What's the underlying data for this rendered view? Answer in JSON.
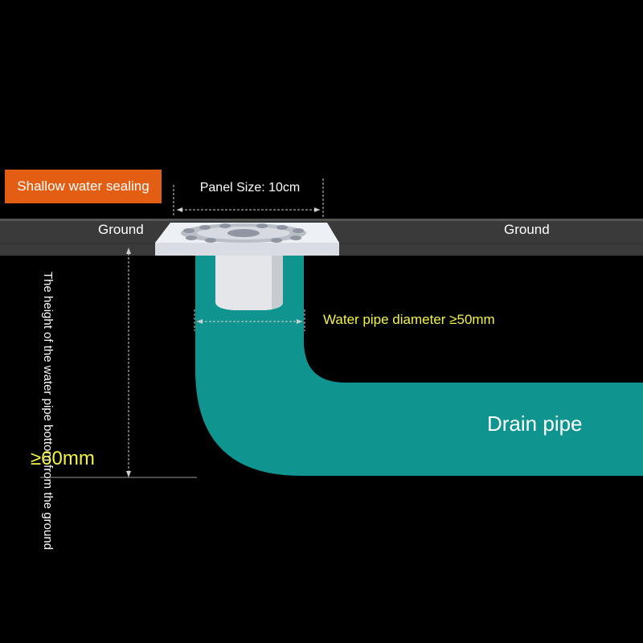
{
  "labels": {
    "shallow_water_sealing": "Shallow water sealing",
    "panel_size": "Panel Size: 10cm",
    "ground_left": "Ground",
    "ground_right": "Ground",
    "pipe_diameter": "Water pipe diameter ≥50mm",
    "drain_pipe": "Drain pipe",
    "height_note": "The height of the water pipe bottom from the ground",
    "min_height": "≥60mm"
  },
  "colors": {
    "background": "#000000",
    "pipe": "#0f9490",
    "badge": "#e35d12",
    "highlight_text": "#f4f542",
    "ground": "#3b3b3b",
    "drain_cover": "#e6e9ee"
  }
}
